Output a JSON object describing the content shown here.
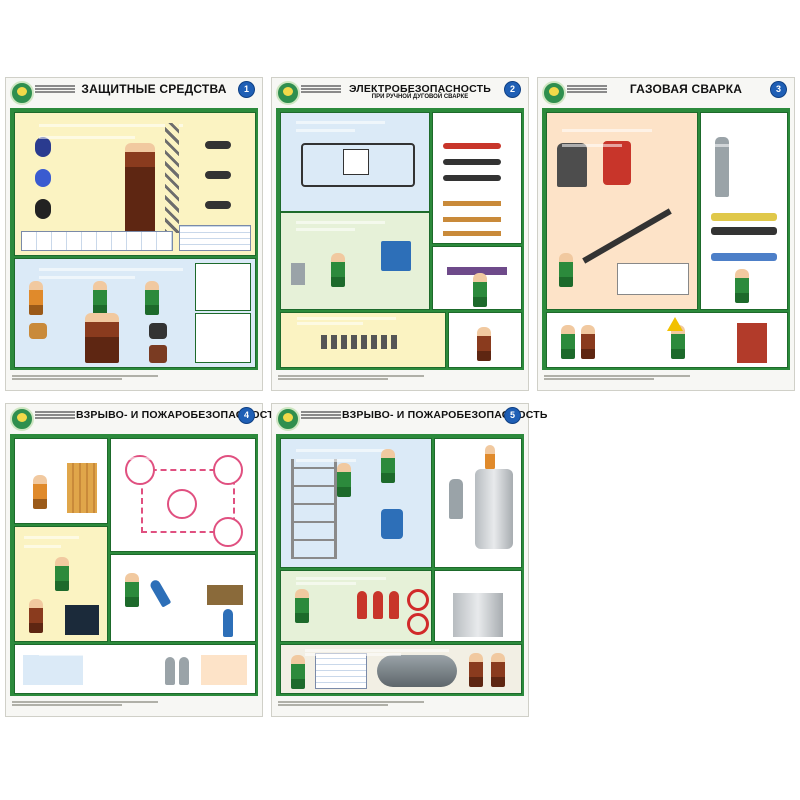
{
  "posters": [
    {
      "number": "1",
      "title": "ЗАЩИТНЫЕ СРЕДСТВА",
      "subtitle": ""
    },
    {
      "number": "2",
      "title": "ЭЛЕКТРОБЕЗОПАСНОСТЬ",
      "subtitle": "ПРИ РУЧНОЙ ДУГОВОЙ СВАРКЕ"
    },
    {
      "number": "3",
      "title": "ГАЗОВАЯ СВАРКА",
      "subtitle": ""
    },
    {
      "number": "4",
      "title": "ВЗРЫВО- И ПОЖАРОБЕЗОПАСНОСТЬ",
      "subtitle": ""
    },
    {
      "number": "5",
      "title": "ВЗРЫВО- И ПОЖАРОБЕЗОПАСНОСТЬ",
      "subtitle": ""
    }
  ],
  "colors": {
    "frame_green": "#2c8a3c",
    "badge_blue": "#1f5fb5",
    "panel_yellow": "#fbf3c2",
    "panel_blue": "#dbeaf7"
  },
  "icons": [
    "emblem-logo-icon",
    "welder-figure-icon",
    "gas-cylinder-icon",
    "warning-sign-icon"
  ]
}
